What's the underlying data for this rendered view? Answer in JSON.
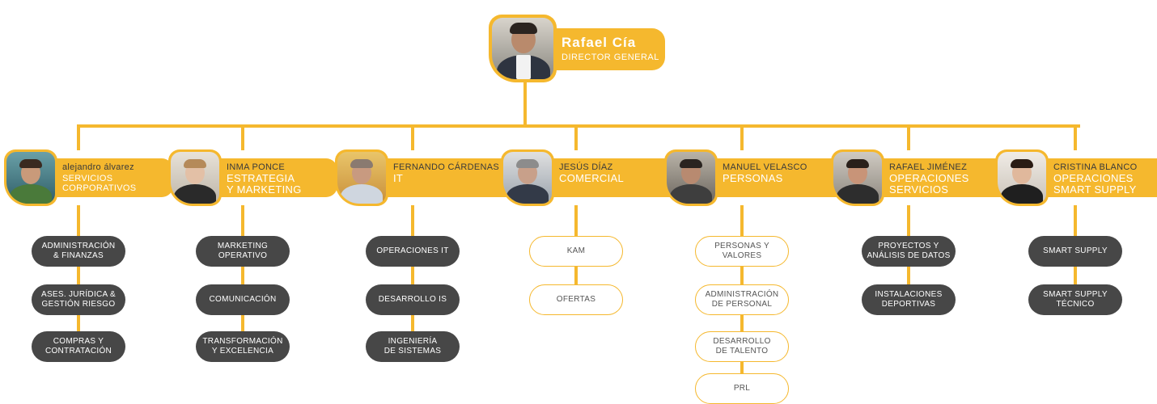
{
  "colors": {
    "accent": "#f5b82e",
    "dark_box": "#474747",
    "text_white": "#ffffff"
  },
  "head": {
    "name": "Rafael Cía",
    "role": "DIRECTOR GENERAL",
    "photo_icon": "person-photo"
  },
  "managers": [
    {
      "name": "alejandro álvarez",
      "role": "SERVICIOS\nCORPORATIVOS",
      "box_style": "dark",
      "departments": [
        "ADMINISTRACIÓN\n& FINANZAS",
        "ASES. JURÍDICA &\nGESTIÓN RIESGO",
        "COMPRAS Y\nCONTRATACIÓN"
      ]
    },
    {
      "name": "INMA PONCE",
      "role": "ESTRATEGIA\nY MARKETING",
      "box_style": "dark",
      "departments": [
        "MARKETING\nOPERATIVO",
        "COMUNICACIÓN",
        "TRANSFORMACIÓN\nY EXCELENCIA"
      ]
    },
    {
      "name": "FERNANDO CÁRDENAS",
      "role": "IT",
      "box_style": "dark",
      "departments": [
        "OPERACIONES IT",
        "DESARROLLO IS",
        "INGENIERÍA\nDE SISTEMAS"
      ]
    },
    {
      "name": "JESÚS DÍAZ",
      "role": "COMERCIAL",
      "box_style": "light",
      "departments": [
        "KAM",
        "OFERTAS"
      ]
    },
    {
      "name": "MANUEL VELASCO",
      "role": "PERSONAS",
      "box_style": "light",
      "departments": [
        "PERSONAS Y\nVALORES",
        "ADMINISTRACIÓN\nDE PERSONAL",
        "DESARROLLO\nDE TALENTO",
        "PRL"
      ]
    },
    {
      "name": "RAFAEL JIMÉNEZ",
      "role": "OPERACIONES\nSERVICIOS",
      "box_style": "dark",
      "departments": [
        "PROYECTOS Y\nANÁLISIS DE DATOS",
        "INSTALACIONES\nDEPORTIVAS"
      ]
    },
    {
      "name": "CRISTINA BLANCO",
      "role": "OPERACIONES\nSMART SUPPLY",
      "box_style": "dark",
      "departments": [
        "SMART SUPPLY",
        "SMART SUPPLY\nTÉCNICO"
      ]
    }
  ]
}
